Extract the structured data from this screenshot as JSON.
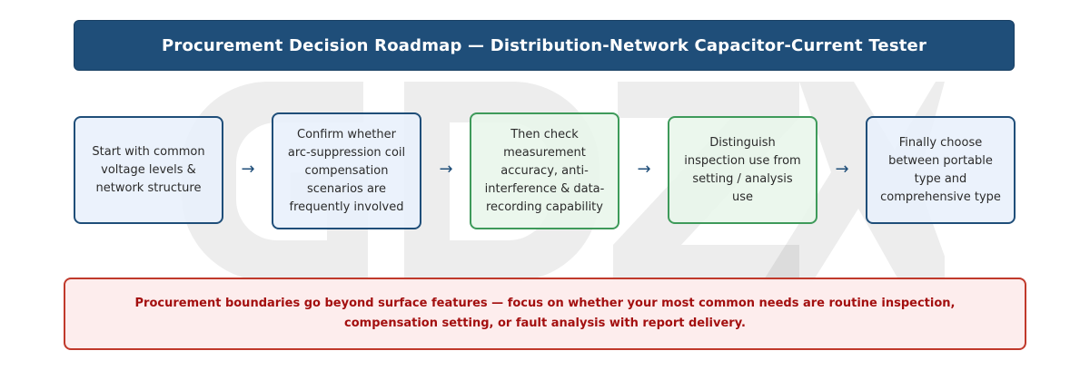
{
  "title": "Procurement Decision Roadmap — Distribution-Network Capacitor-Current Tester",
  "watermark": "GDZX",
  "steps": [
    {
      "label": "Start with common voltage levels & network structure",
      "accent": "blue"
    },
    {
      "label": "Confirm whether arc-suppression coil compensation scenarios are frequently involved",
      "accent": "blue"
    },
    {
      "label": "Then check measurement accuracy, anti-interference & data-recording capability",
      "accent": "green"
    },
    {
      "label": "Distinguish inspection use from setting / analysis use",
      "accent": "green"
    },
    {
      "label": "Finally choose between portable type and comprehensive type",
      "accent": "blue"
    }
  ],
  "arrow_glyph": "→",
  "note": "Procurement boundaries go beyond surface features — focus on whether your most common needs are routine inspection, compensation setting, or fault analysis with report delivery.",
  "colors": {
    "title_bg": "#1f4e79",
    "blue_border": "#1f4e79",
    "blue_fill": "#e8f0fc",
    "green_border": "#3e9a5a",
    "green_fill": "#e8f6ea",
    "note_border": "#c0392b",
    "note_text": "#a30f0f",
    "note_fill": "#fdecec"
  }
}
